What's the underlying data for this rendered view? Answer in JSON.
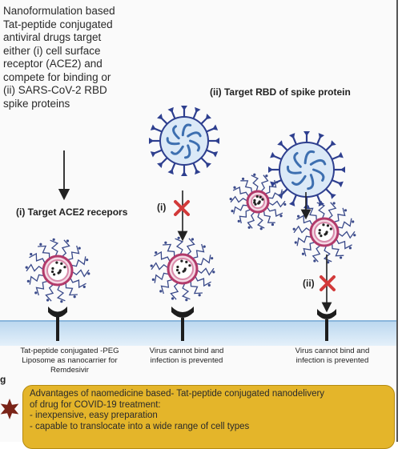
{
  "intro_text": [
    "Nanoformulation based",
    "Tat-peptide conjugated",
    "antiviral drugs target",
    "either (i) cell surface",
    "receptor (ACE2) and",
    "compete for binding  or",
    "(ii)  SARS-CoV-2 RBD",
    "spike proteins"
  ],
  "labels": {
    "target_rbd": "(ii) Target RBD of spike protein",
    "target_ace2": "(i) Target ACE2 recepors",
    "block_i": "(i)",
    "block_ii": "(ii)",
    "stub_letter": "g"
  },
  "captions": {
    "liposome": [
      "Tat-peptide conjugated -PEG",
      "Liposome as  nanocarrier for",
      "Remdesivir"
    ],
    "virus_blocked_1": [
      "Virus cannot bind and",
      "infection is prevented"
    ],
    "virus_blocked_2": [
      "Virus cannot bind and",
      "infection is prevented"
    ]
  },
  "advantages": {
    "title": "Advantages of naomedicine based- Tat-peptide conjugated nanodelivery",
    "title2": "of drug for COVID-19 treatment:",
    "items": [
      "- inexpensive, easy preparation",
      "- capable to translocate into a wide range of cell types"
    ]
  },
  "colors": {
    "virus_spike": "#2e3f8f",
    "virus_body": "#dbe9f7",
    "rna": "#3d6fb0",
    "liposome_ring": "#b23a6a",
    "block_x": "#d23a3a",
    "receptor": "#1d1d1d",
    "membrane": "#bcd8ef",
    "advantage_box": "#e4b52a",
    "star": "#7a2418"
  }
}
